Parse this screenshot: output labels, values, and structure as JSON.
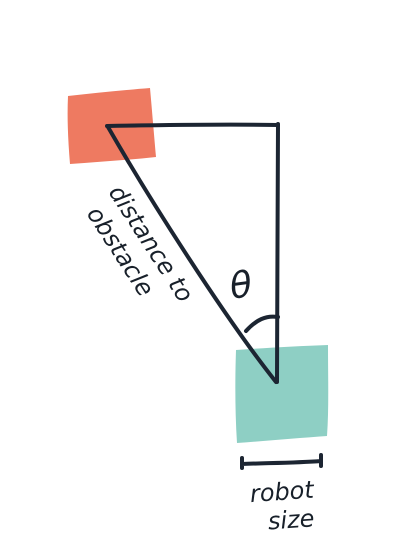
{
  "labels": {
    "distance_line1": "distance to",
    "distance_line2": "obstacle",
    "angle": "θ",
    "robot_size_line1": "robot",
    "robot_size_line2": "size"
  },
  "colors": {
    "obstacle": "#ee7a61",
    "robot": "#8ecfc4",
    "ink": "#1c2532",
    "background": "#ffffff"
  }
}
